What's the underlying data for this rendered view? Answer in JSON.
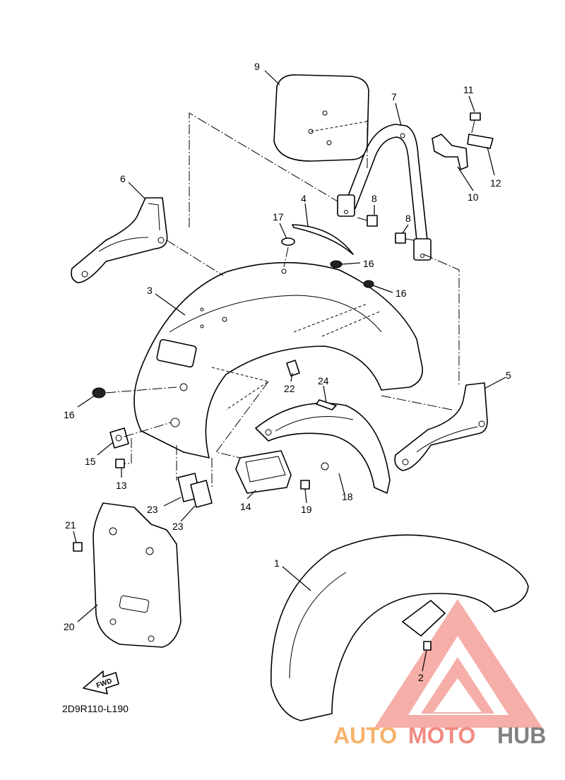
{
  "diagram_code": "2D9R110-L190",
  "fwd_label": "FWD",
  "watermark": {
    "text_part1": "AUTO",
    "text_part2": "MOTO",
    "text_part3": "HUB",
    "color_orange": "#f6b26b",
    "color_salmon": "#f28b82",
    "color_gray": "#808080"
  },
  "callouts": [
    "1",
    "2",
    "3",
    "4",
    "5",
    "6",
    "7",
    "8",
    "8",
    "9",
    "10",
    "11",
    "12",
    "13",
    "14",
    "15",
    "16",
    "16",
    "16",
    "17",
    "18",
    "19",
    "20",
    "21",
    "22",
    "23",
    "23",
    "24"
  ]
}
